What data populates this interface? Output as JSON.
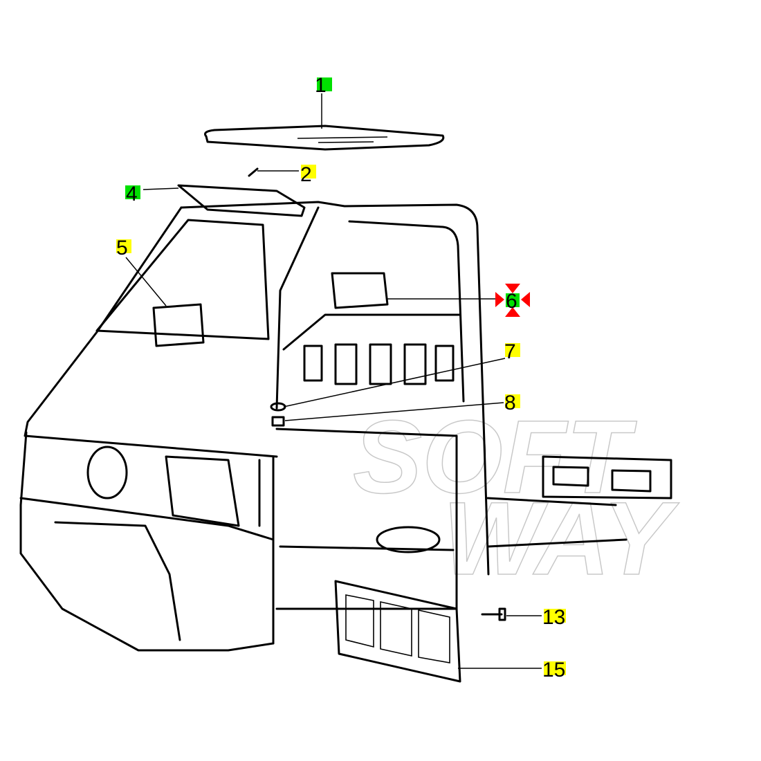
{
  "diagram": {
    "watermark": [
      "SOFT",
      "WAY"
    ],
    "callouts": [
      {
        "number": "1",
        "highlight": "#00e000"
      },
      {
        "number": "2",
        "highlight": "#ffff00"
      },
      {
        "number": "4",
        "highlight": "#00e000"
      },
      {
        "number": "5",
        "highlight": "#ffff00"
      },
      {
        "number": "6",
        "highlight": "#00e000",
        "marker": "red-arrows",
        "marker_color": "#ff0000"
      },
      {
        "number": "7",
        "highlight": "#ffff00"
      },
      {
        "number": "8",
        "highlight": "#ffff00"
      },
      {
        "number": "13",
        "highlight": "#ffff00"
      },
      {
        "number": "15",
        "highlight": "#ffff00"
      }
    ]
  }
}
